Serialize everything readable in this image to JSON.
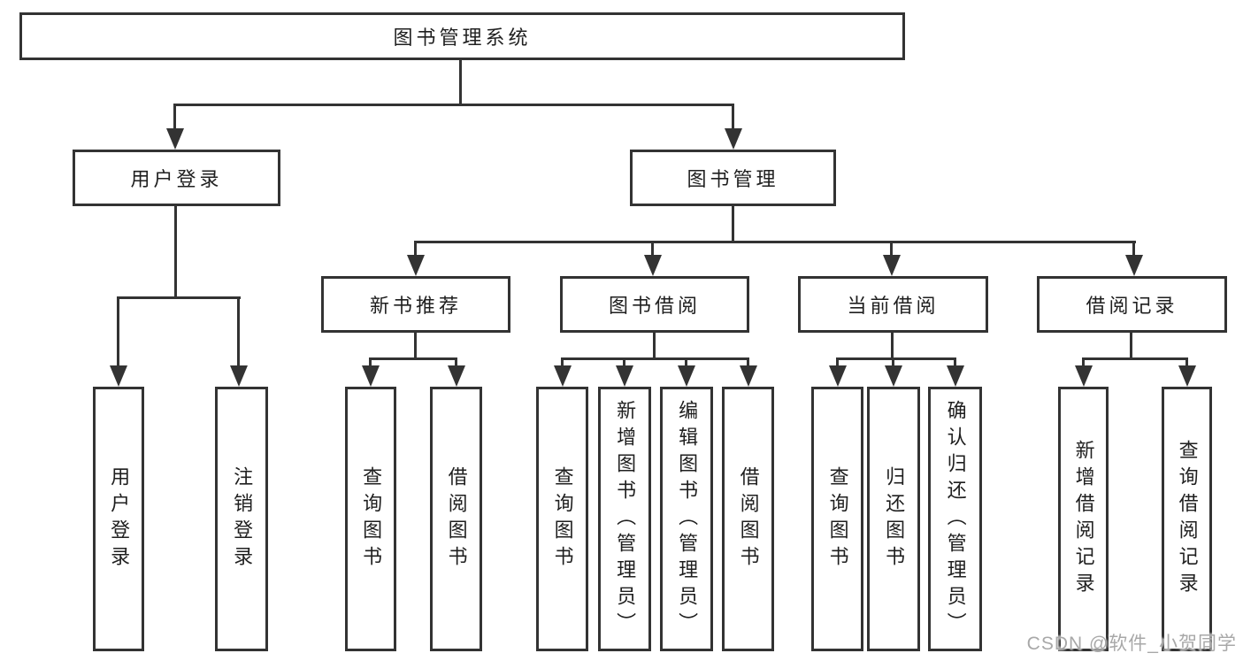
{
  "tree": {
    "label": "图书管理系统",
    "children": [
      {
        "label": "用户登录",
        "children": [
          {
            "label": "用户登录"
          },
          {
            "label": "注销登录"
          }
        ]
      },
      {
        "label": "图书管理",
        "children": [
          {
            "label": "新书推荐",
            "children": [
              {
                "label": "查询图书"
              },
              {
                "label": "借阅图书"
              }
            ]
          },
          {
            "label": "图书借阅",
            "children": [
              {
                "label": "查询图书"
              },
              {
                "label": "新增图书（管理员）"
              },
              {
                "label": "编辑图书（管理员）"
              },
              {
                "label": "借阅图书"
              }
            ]
          },
          {
            "label": "当前借阅",
            "children": [
              {
                "label": "查询图书"
              },
              {
                "label": "归还图书"
              },
              {
                "label": "确认归还（管理员）"
              }
            ]
          },
          {
            "label": "借阅记录",
            "children": [
              {
                "label": "新增借阅记录"
              },
              {
                "label": "查询借阅记录"
              }
            ]
          }
        ]
      }
    ]
  },
  "watermark": "CSDN @软件_小贺同学",
  "colors": {
    "line": "#333333",
    "box_border": "#333333",
    "text": "#1f1f1f",
    "watermark": "#a8a8a8",
    "background": "#ffffff"
  }
}
